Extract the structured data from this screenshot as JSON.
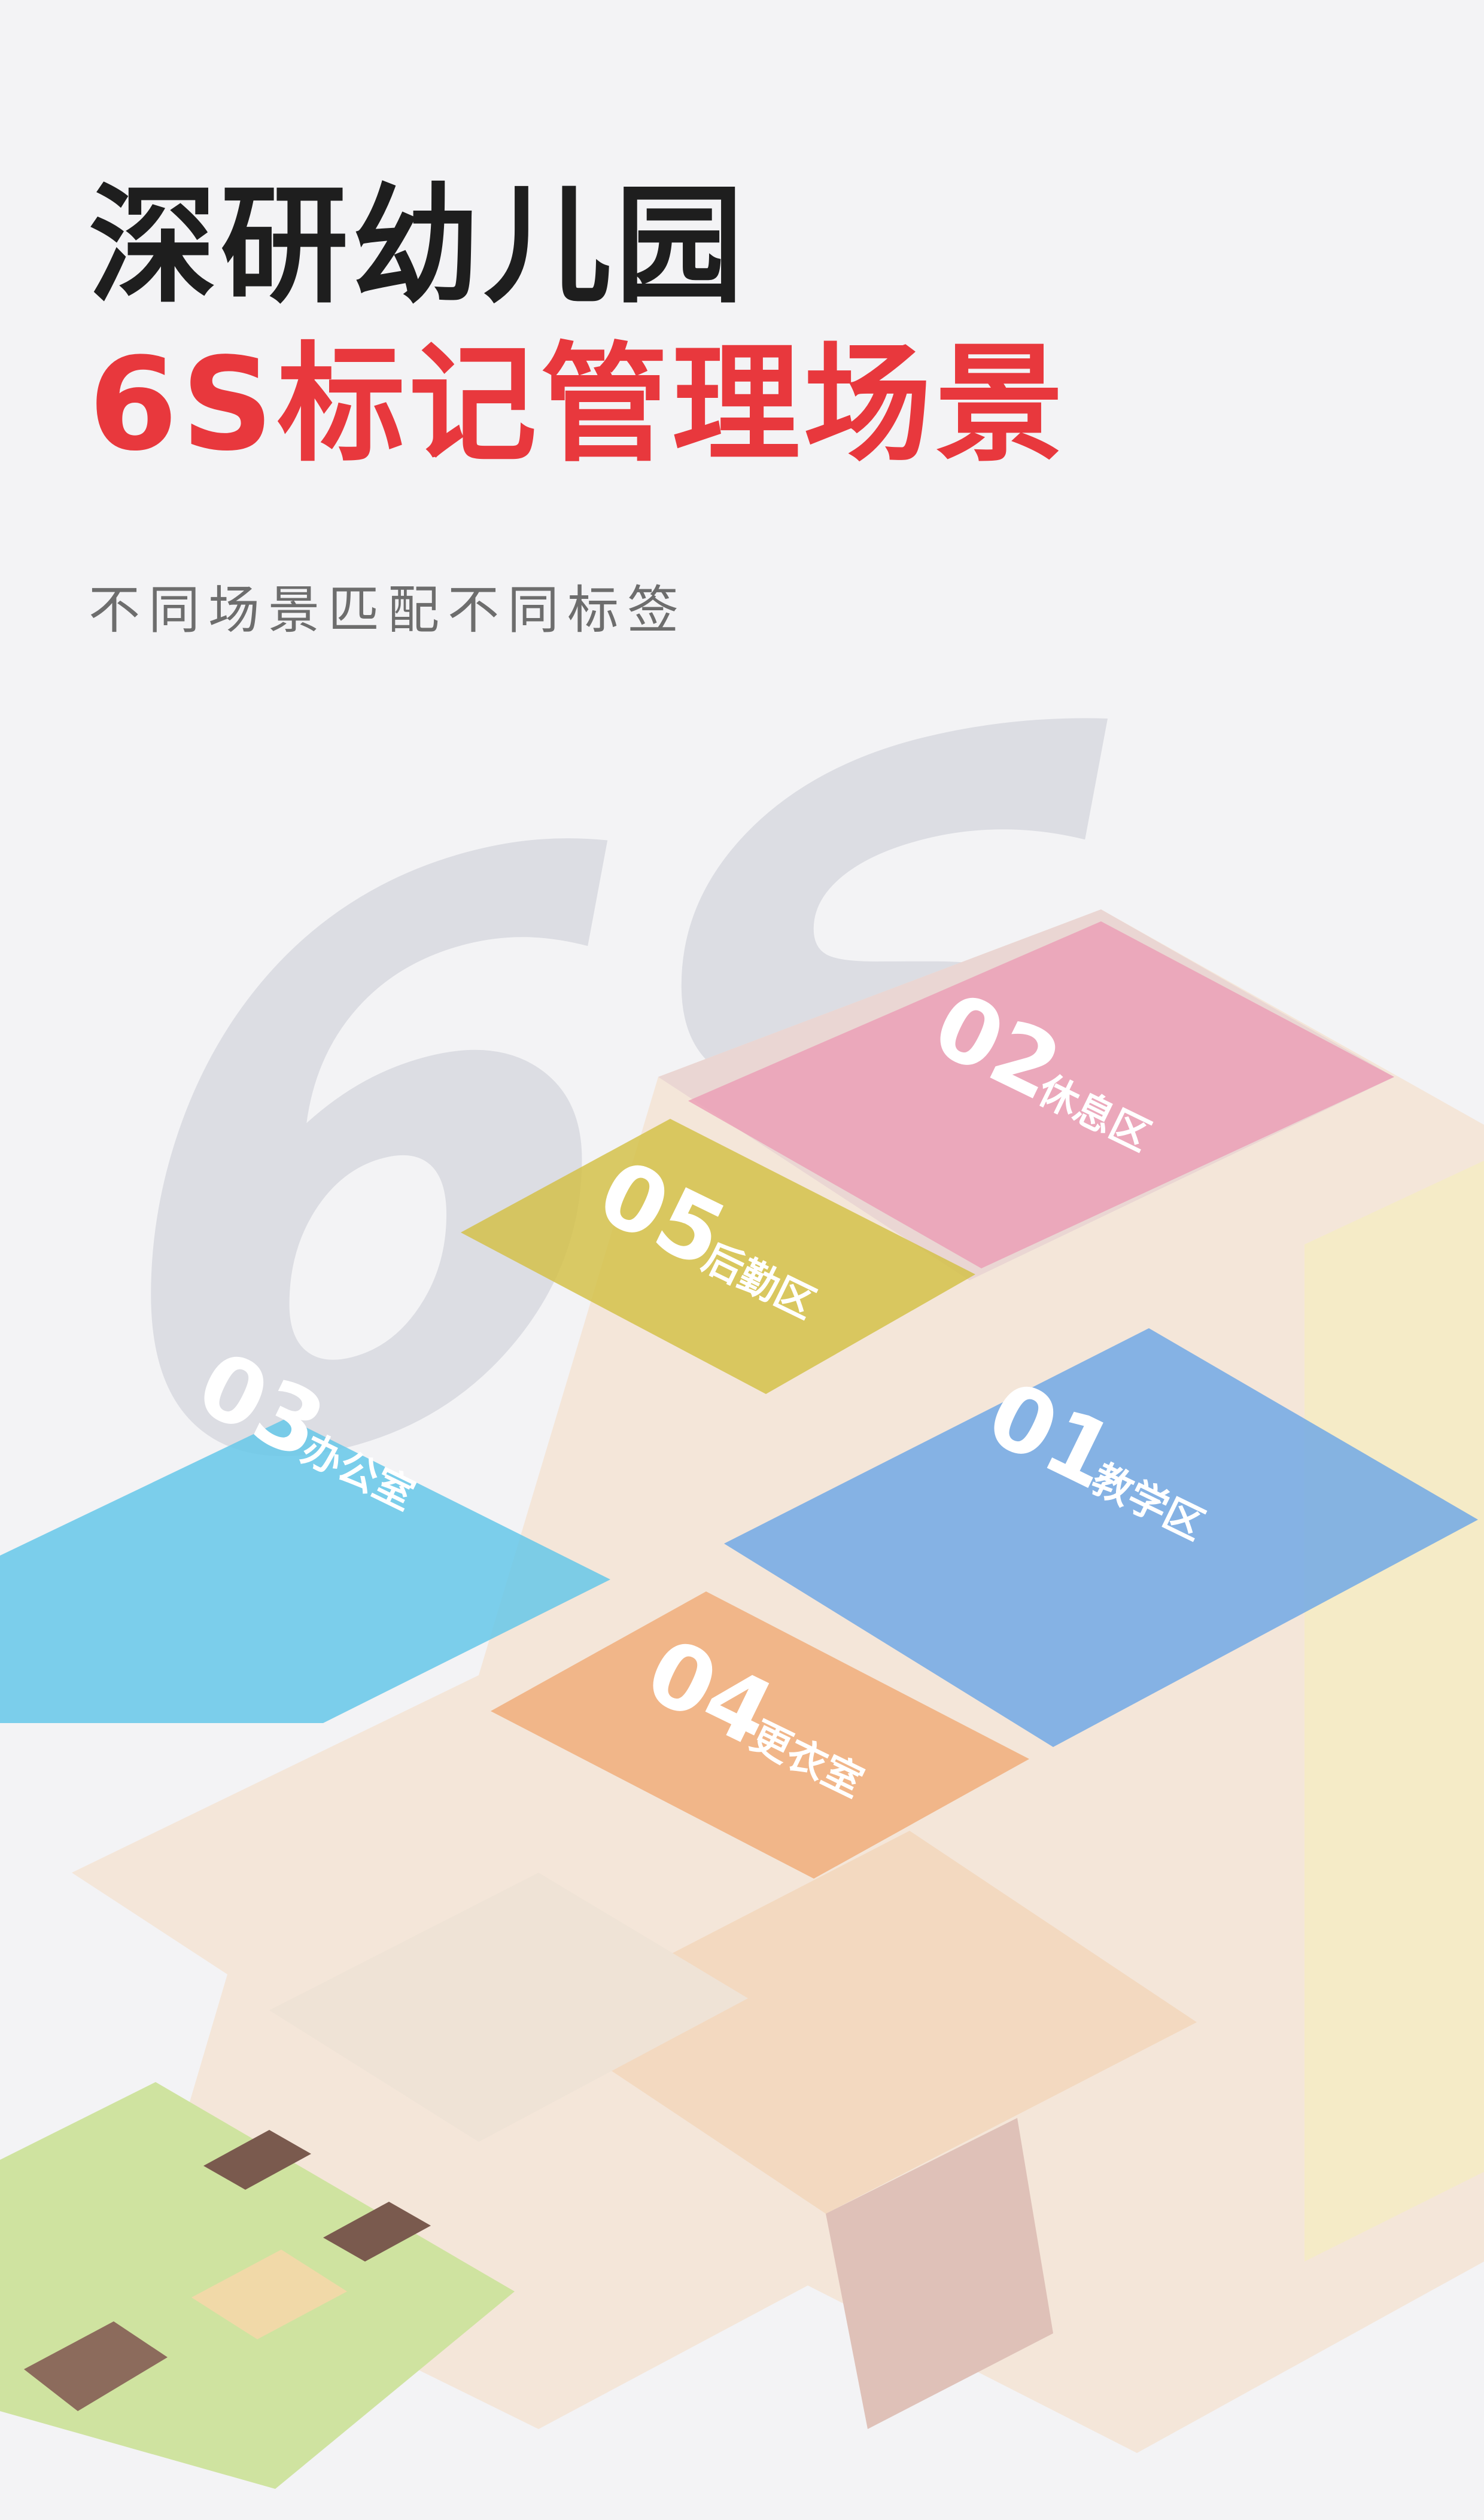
{
  "header": {
    "title_line1": "深研幼儿园",
    "title_line2": "6S标记管理场景",
    "subtitle": "不同场景匹配不同标签"
  },
  "watermark": {
    "text": "6S"
  },
  "zones": [
    {
      "id": "01",
      "name": "教学区",
      "color": "#6fa8e6"
    },
    {
      "id": "02",
      "name": "休息区",
      "color": "#eb9db6"
    },
    {
      "id": "03",
      "name": "办公室",
      "color": "#64c7e8"
    },
    {
      "id": "04",
      "name": "更衣室",
      "color": "#f0ad79"
    },
    {
      "id": "05",
      "name": "后勤区",
      "color": "#d3bf44"
    }
  ],
  "colors": {
    "title_dark": "#1e1e1e",
    "title_accent": "#e8383d",
    "subtitle": "#6d6d6d",
    "background": "#f3f3f5"
  }
}
